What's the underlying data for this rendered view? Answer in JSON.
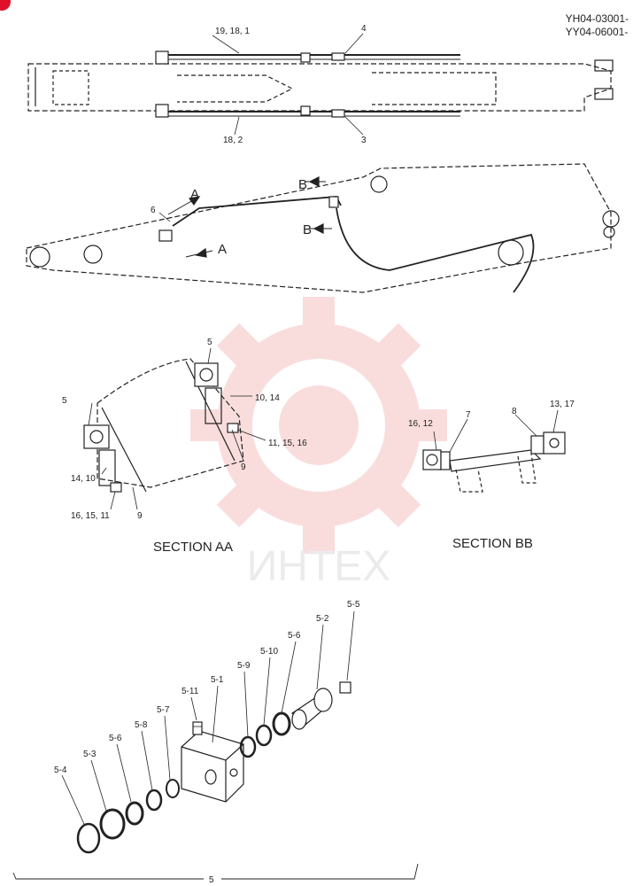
{
  "header": {
    "model_codes": [
      "YH04-03001-",
      "YY04-06001-"
    ]
  },
  "watermark": {
    "text": "ИНТЕХ",
    "color": "#f0a0a0"
  },
  "callouts": {
    "top": [
      "19, 18, 1",
      "4",
      "18, 2",
      "3"
    ],
    "side": [
      "6",
      "A",
      "A",
      "B",
      "B"
    ],
    "section_aa": [
      "5",
      "10, 14",
      "5",
      "11, 15, 16",
      "14, 10",
      "9",
      "16, 15, 11",
      "9"
    ],
    "section_bb": [
      "7",
      "8",
      "13, 17",
      "16, 12"
    ],
    "exploded": [
      "5-5",
      "5-2",
      "5-6",
      "5-10",
      "5-9",
      "5-1",
      "5-11",
      "5-7",
      "5-8",
      "5-6",
      "5-3",
      "5-4",
      "5"
    ]
  },
  "section_titles": {
    "aa": "SECTION AA",
    "bb": "SECTION BB"
  },
  "colors": {
    "line": "#222222",
    "accent": "#e0102a"
  }
}
